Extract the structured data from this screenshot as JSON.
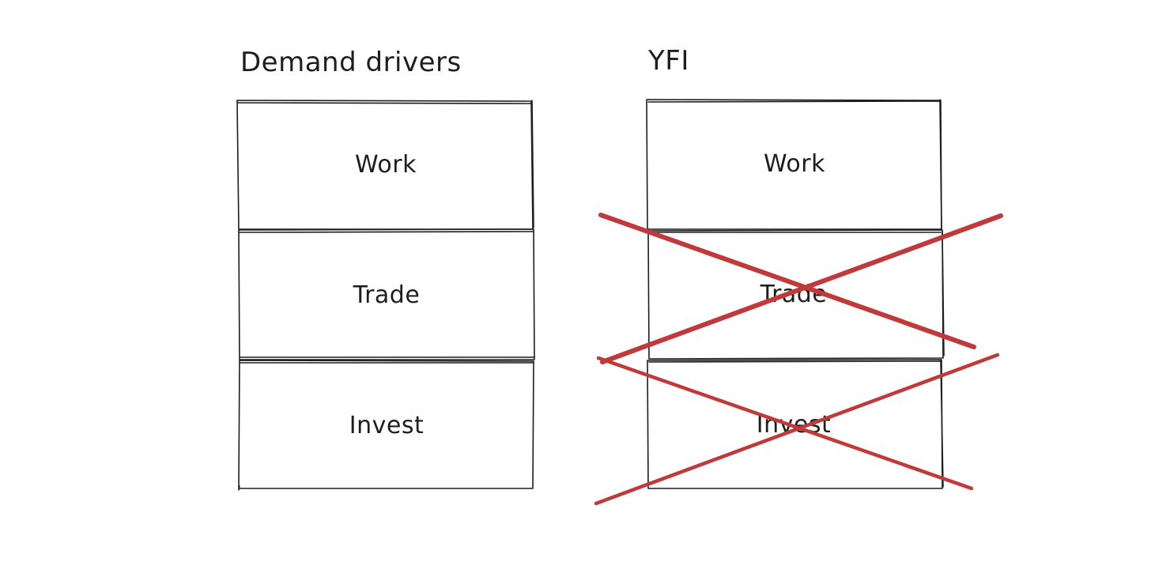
{
  "columns": [
    {
      "title": "Demand drivers",
      "boxes": [
        {
          "label": "Work",
          "crossed": false
        },
        {
          "label": "Trade",
          "crossed": false
        },
        {
          "label": "Invest",
          "crossed": false
        }
      ]
    },
    {
      "title": "YFI",
      "boxes": [
        {
          "label": "Work",
          "crossed": false
        },
        {
          "label": "Trade",
          "crossed": true
        },
        {
          "label": "Invest",
          "crossed": true
        }
      ]
    }
  ],
  "colors": {
    "ink": "#1e1e1e",
    "cross": "#c0393b",
    "background": "#ffffff"
  }
}
